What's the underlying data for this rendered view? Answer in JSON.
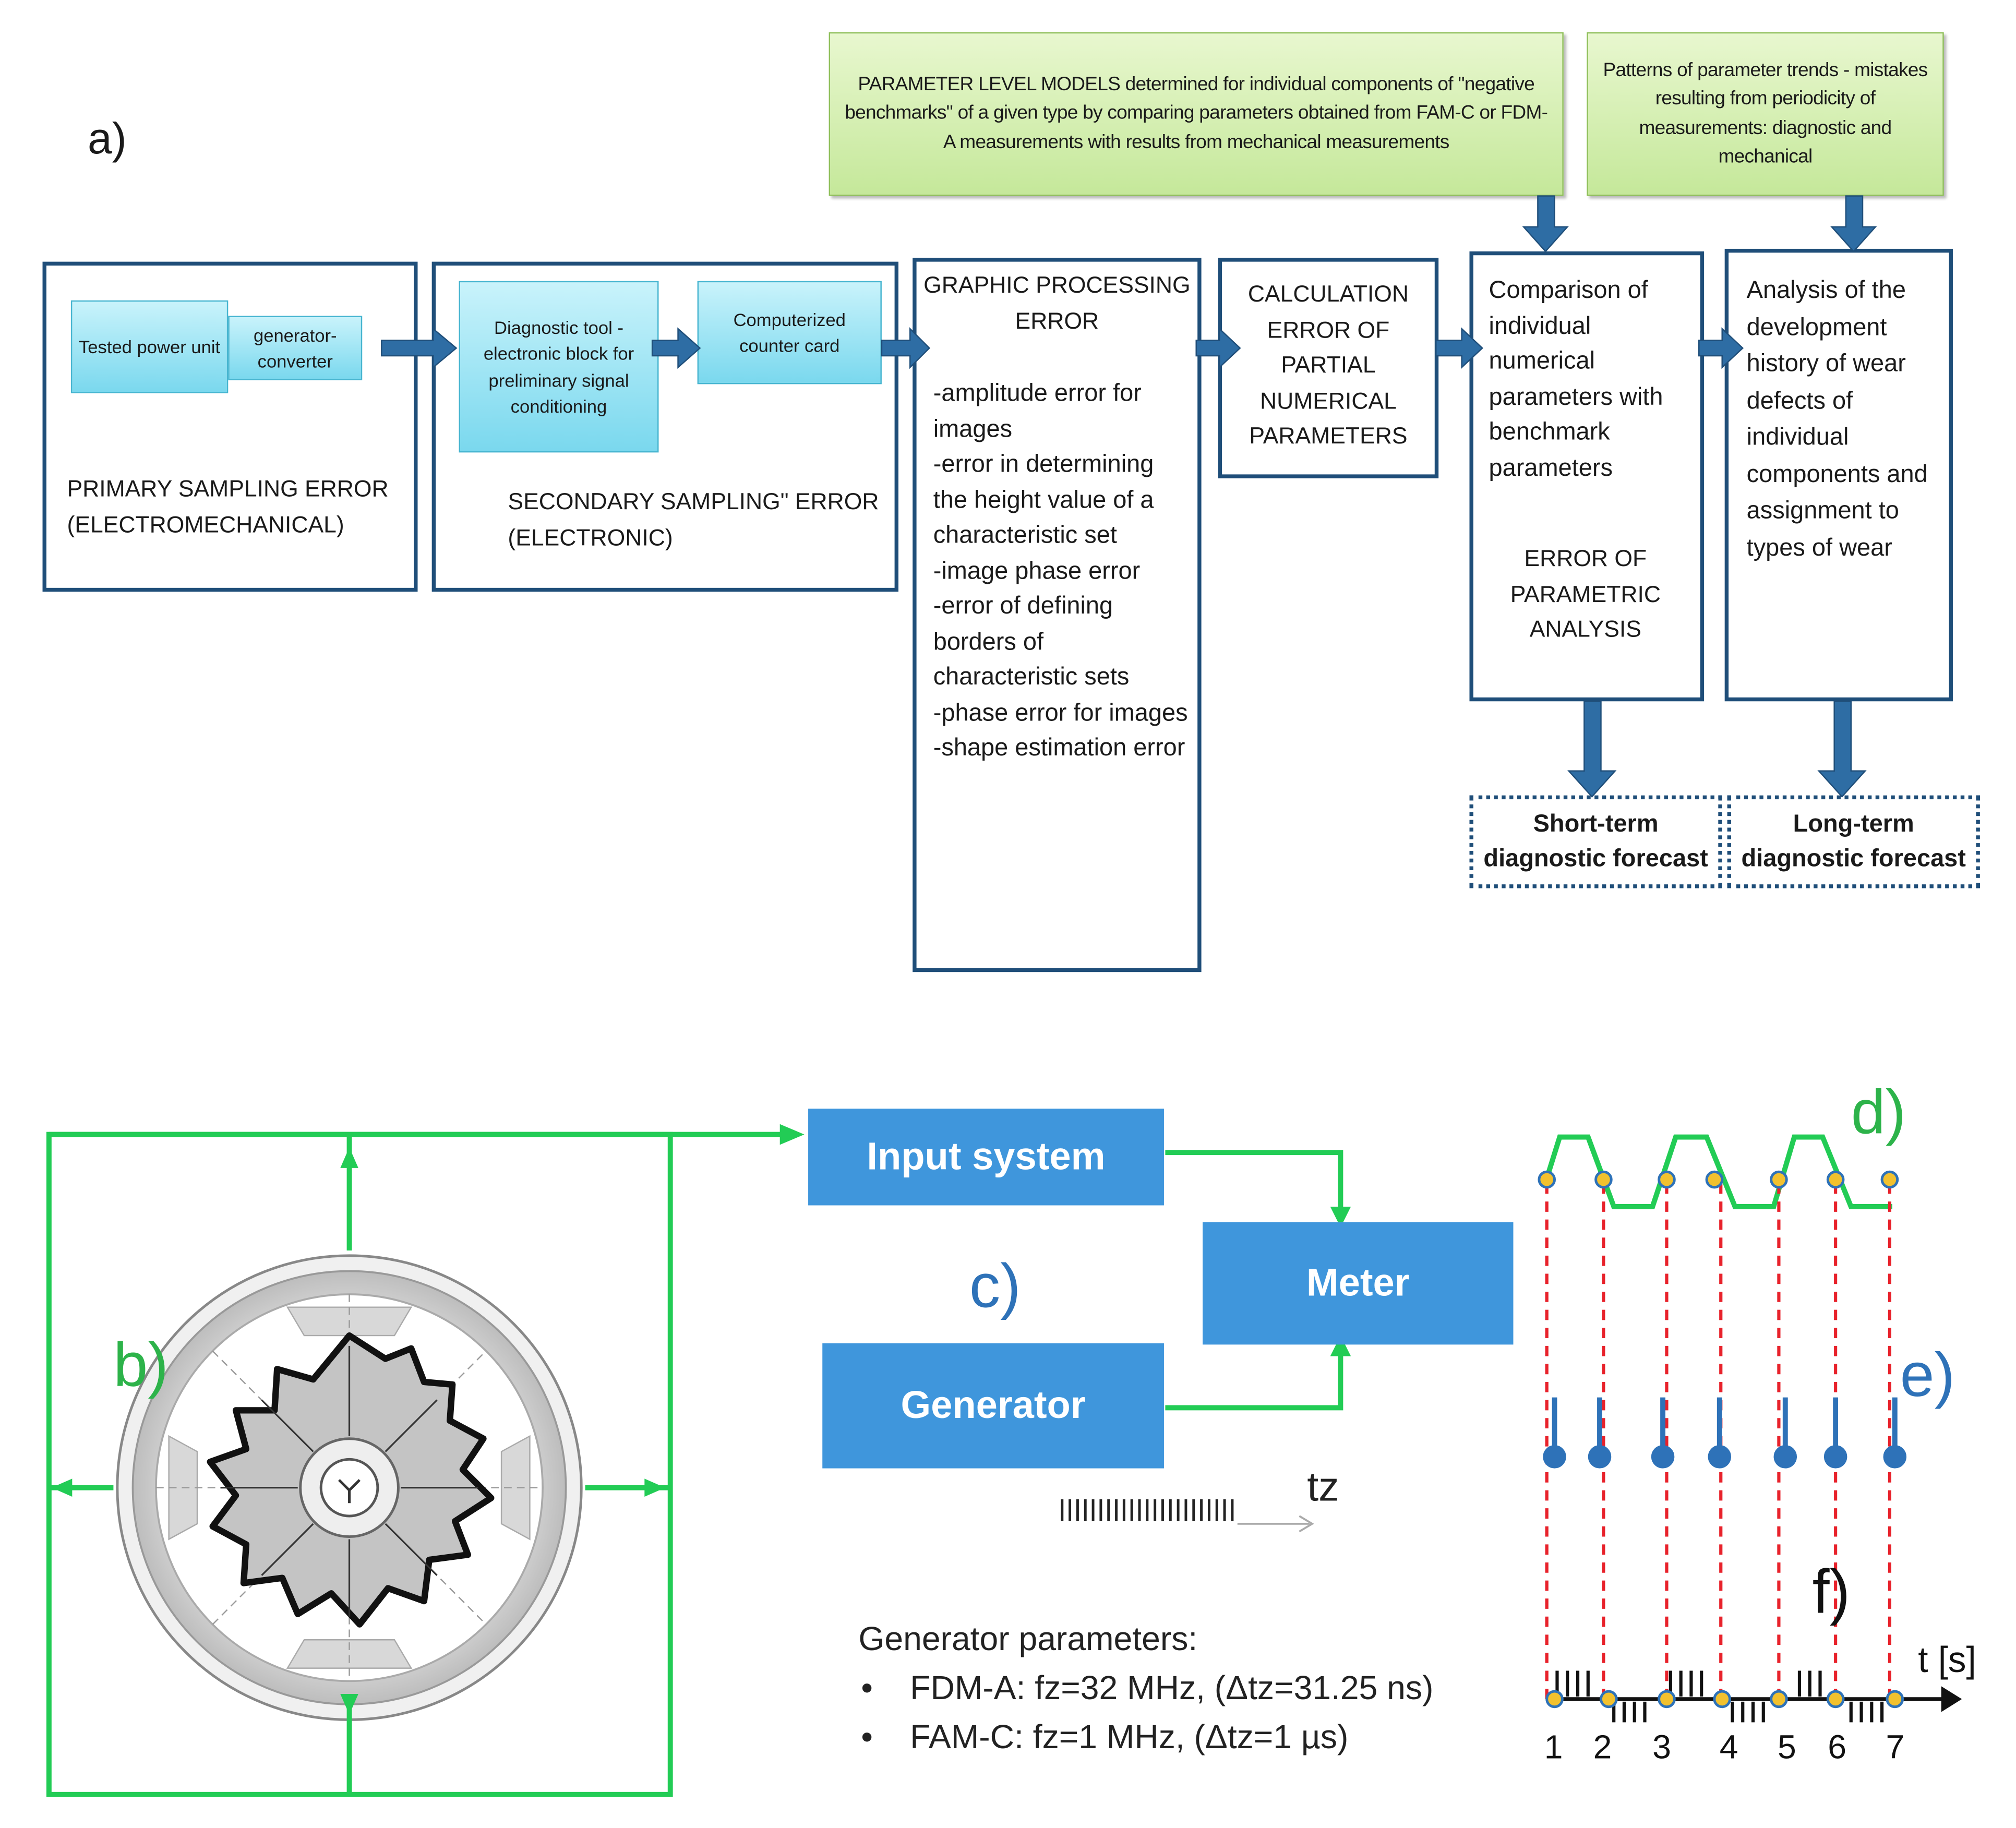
{
  "panel_a": {
    "label": "a)",
    "green_box_1": "PARAMETER LEVEL MODELS determined for individual components of \"negative benchmarks\" of a given type by comparing parameters obtained from FAM-C or FDM-A measurements with results from mechanical measurements",
    "green_box_2": "Patterns of parameter trends - mistakes resulting from periodicity of measurements: diagnostic and mechanical",
    "box1": {
      "tested": "Tested power unit",
      "generator": "generator-converter",
      "caption": "PRIMARY SAMPLING ERROR (ELECTROMECHANICAL)"
    },
    "box2": {
      "diag": "Diagnostic tool - electronic block for preliminary signal conditioning",
      "counter": "Computerized counter card",
      "caption": "SECONDARY SAMPLING\" ERROR (ELECTRONIC)"
    },
    "box3": {
      "title": "GRAPHIC PROCESSING ERROR",
      "items": "-amplitude error for images\n-error in determining the height value of a characteristic set\n-image phase error\n-error of defining borders of characteristic sets\n-phase error for images\n-shape estimation error"
    },
    "box4": {
      "text": "CALCULATION ERROR OF PARTIAL NUMERICAL PARAMETERS"
    },
    "box5": {
      "text": "Comparison of individual numerical parameters with benchmark parameters",
      "error": "ERROR OF PARAMETRIC ANALYSIS"
    },
    "box6": {
      "text": "Analysis of the development history of wear defects of individual components and assignment to types of wear"
    },
    "forecast_short": "Short-term diagnostic forecast",
    "forecast_long": "Long-term diagnostic forecast"
  },
  "panel_b": {
    "label": "b)"
  },
  "panel_c": {
    "label": "c)",
    "input_system": "Input system",
    "meter": "Meter",
    "generator": "Generator",
    "tz": "tz",
    "params_title": "Generator parameters:",
    "param_1": "FDM-A: fz=32 MHz, (Δtz=31.25 ns)",
    "param_2": "FAM-C: fz=1 MHz, (Δtz=1 µs)"
  },
  "panel_d": {
    "label": "d)"
  },
  "panel_e": {
    "label": "e)"
  },
  "panel_f": {
    "label": "f)",
    "axis": "t [s]",
    "ticks": [
      "1",
      "2",
      "3",
      "4",
      "5",
      "6",
      "7"
    ]
  },
  "colors": {
    "frame": "#1f4e79",
    "arrow": "#2e6da4",
    "green_line": "#22cc55",
    "blue_box": "#3f96dc",
    "label_green": "#2db34a",
    "label_blue": "#2e72b8",
    "dash_red": "#e8222b"
  }
}
